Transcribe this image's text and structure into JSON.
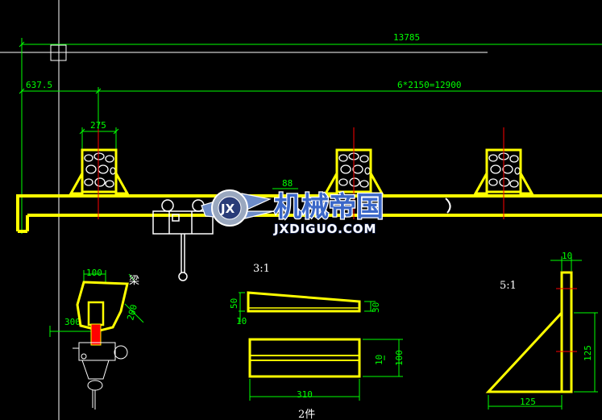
{
  "dimensions": {
    "overall_length": "13785",
    "end_offset": "637.5",
    "span_spacing": "6*2150=12900",
    "clamp_width": "275",
    "small_dim": "88",
    "detail_width": "100",
    "detail_height": "200",
    "detail_small": "300",
    "wedge_left_top": "50",
    "wedge_left_bottom": "10",
    "wedge_right": "30",
    "plate_thickness": "10",
    "plate_height": "100",
    "plate_length": "310",
    "bracket_top": "10",
    "bracket_height": "125",
    "bracket_width": "125"
  },
  "labels": {
    "beam_label": "梁",
    "scale_3_1": "3:1",
    "scale_5_1": "5:1",
    "quantity": "2件"
  },
  "watermark": {
    "chinese": "机械帝国",
    "english": "JXDIGUO.COM",
    "badge": "JX"
  },
  "colors": {
    "background": "#000000",
    "part_outline": "#ffff00",
    "dimension": "#00ff00",
    "centerline": "#ff0000",
    "hoist": "#ffffff",
    "logo_blue": "#3b67c8"
  }
}
